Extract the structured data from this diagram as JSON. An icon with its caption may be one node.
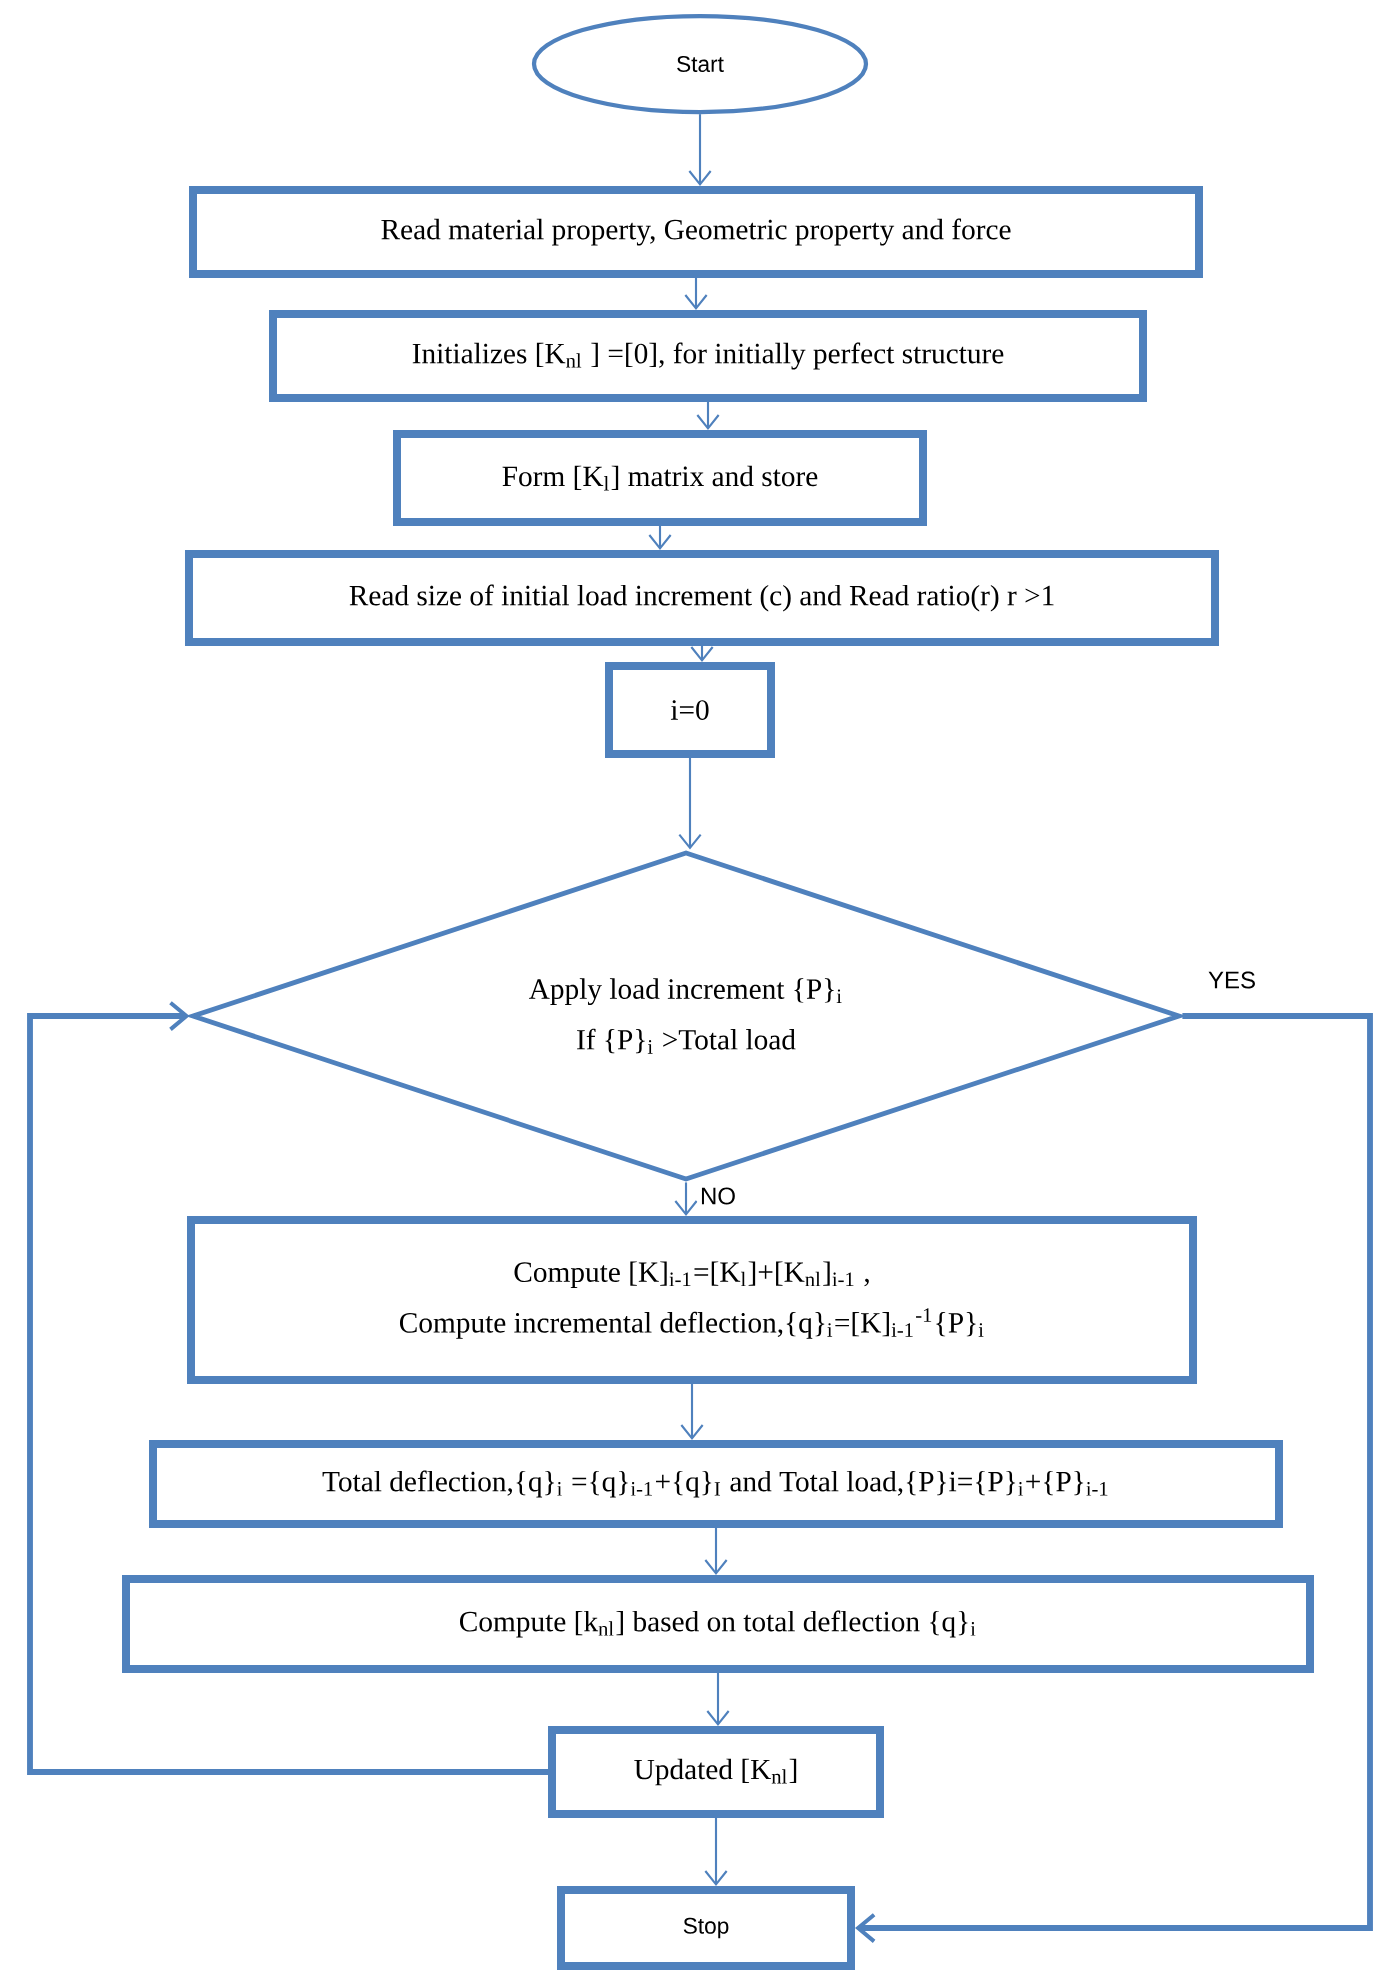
{
  "diagram": {
    "nodes": [
      {
        "text": [
          "Start"
        ]
      },
      {
        "text": [
          "Read material property, Geometric property and force"
        ]
      },
      {
        "text": [
          "Initializes [K$_{nl}$ ] =[0],  for initially perfect  structure"
        ]
      },
      {
        "text": [
          "Form [K$_{l}$] matrix and store"
        ]
      },
      {
        "text": [
          "Read size of initial load increment (c) and Read ratio(r) r >1"
        ]
      },
      {
        "text": [
          "i=0"
        ]
      },
      {
        "text": [
          "Apply load increment {P}$_{i}$",
          "If {P}$_{i}$ >Total load"
        ]
      },
      {
        "text": [
          "Compute [K]$_{i-1}$=[K$_{l}$]+[K$_{nl}$]$_{i-1}$ ,",
          "Compute incremental deflection,{q}$_{i}$=[K]$_{i-1}$$^{-1}${P}$_{i}$"
        ]
      },
      {
        "text": [
          "Total deflection,{q}$_{i}$ ={q}$_{i-1}$+{q}$_{I}$ and Total load,{P}i={P}$_{i}$+{P}$_{i-1}$"
        ]
      },
      {
        "text": [
          "Compute [k$_{nl}$] based on total deflection {q}$_{i}$"
        ]
      },
      {
        "text": [
          "Updated [K$_{nl}$]"
        ]
      },
      {
        "text": [
          "Stop"
        ]
      }
    ],
    "edges": [
      {
        "from": 0,
        "to": 1,
        "arrow": "to"
      },
      {
        "from": 1,
        "to": 2,
        "arrow": "to"
      },
      {
        "from": 2,
        "to": 3,
        "arrow": "to"
      },
      {
        "from": 3,
        "to": 4,
        "arrow": "to"
      },
      {
        "from": 4,
        "to": 5,
        "arrow": "to"
      },
      {
        "from": 5,
        "to": 6,
        "arrow": "to"
      },
      {
        "from": 6,
        "to": 7,
        "arrow": "to",
        "label": "NO"
      },
      {
        "from": 7,
        "to": 8,
        "arrow": "to"
      },
      {
        "from": 8,
        "to": 9,
        "arrow": "to"
      },
      {
        "from": 9,
        "to": 10,
        "arrow": "to"
      },
      {
        "from": 10,
        "to": 6,
        "arrow": "to",
        "style": "thick"
      },
      {
        "from": 6,
        "to": 11,
        "arrow": "to",
        "style": "thick",
        "label": "YES"
      },
      {
        "from": 10,
        "to": 11,
        "arrow": "to"
      }
    ]
  }
}
